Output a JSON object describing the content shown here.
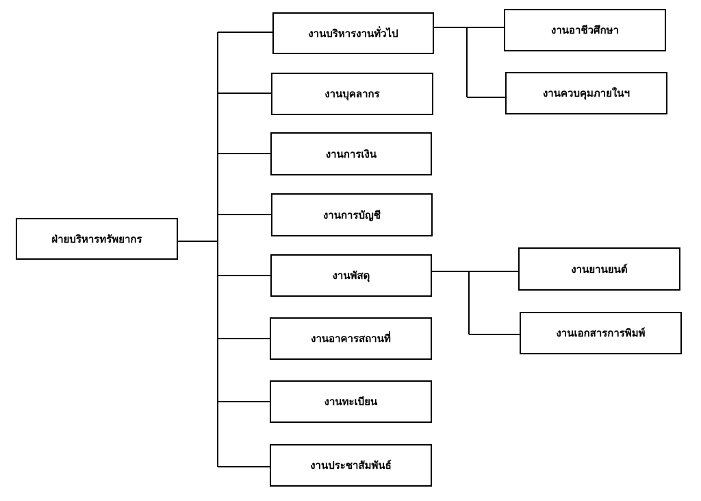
{
  "root": {
    "label": "ฝ่ายบริหารทรัพยากร"
  },
  "children": [
    {
      "label": "งานบริหารงานทั่วไป"
    },
    {
      "label": "งานบุคลากร"
    },
    {
      "label": "งานการเงิน"
    },
    {
      "label": "งานการบัญชี"
    },
    {
      "label": "งานพัสดุ"
    },
    {
      "label": "งานอาคารสถานที่"
    },
    {
      "label": "งานทะเบียน"
    },
    {
      "label": "งานประชาสัมพันธ์"
    }
  ],
  "sub_general": [
    {
      "label": "งานอาชีวศึกษา"
    },
    {
      "label": "งานควบคุมภายในฯ"
    }
  ],
  "sub_supplies": [
    {
      "label": "งานยานยนต์"
    },
    {
      "label": "งานเอกสารการพิมพ์"
    }
  ]
}
